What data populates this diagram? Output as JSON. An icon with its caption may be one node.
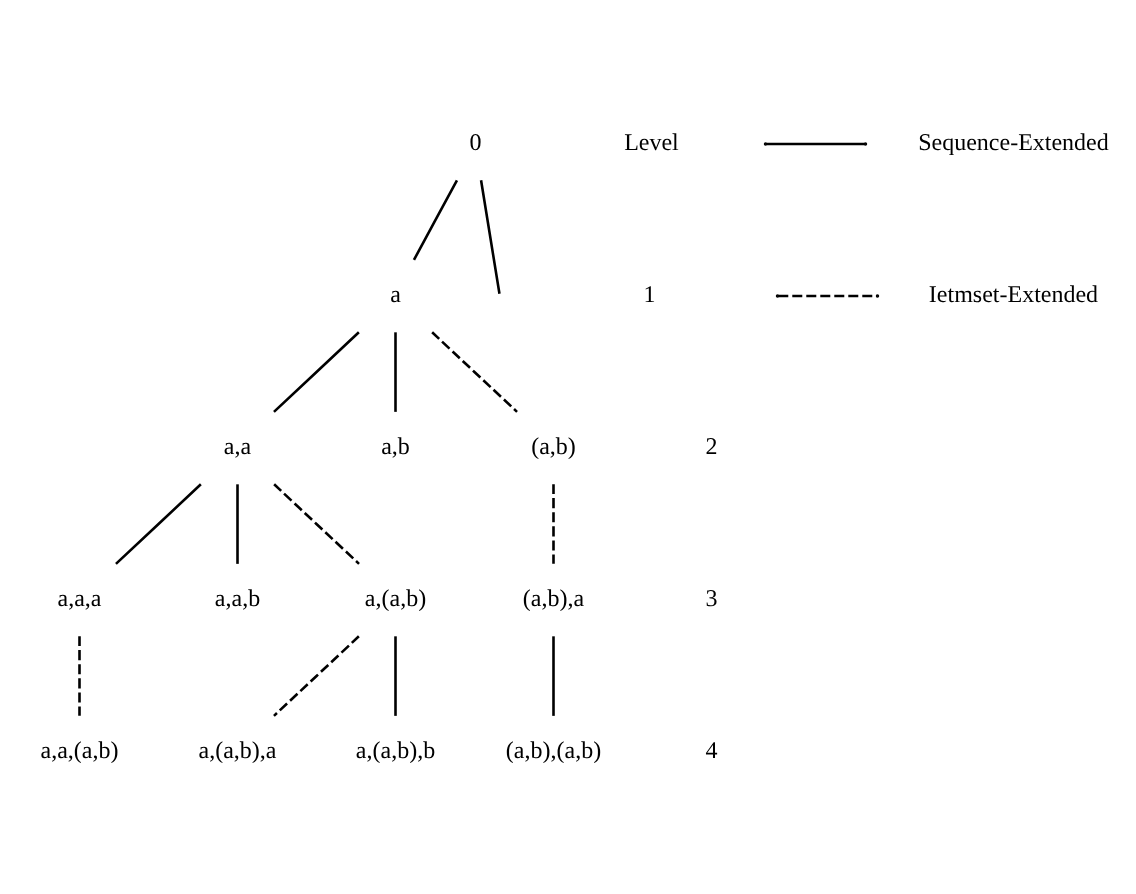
{
  "diagram": {
    "nodes": [
      {
        "text": [
          "0"
        ]
      },
      {
        "text": [
          "a"
        ]
      },
      {
        "text": [
          "a,a"
        ]
      },
      {
        "text": [
          "a,b"
        ]
      },
      {
        "text": [
          "(a,b)"
        ]
      },
      {
        "text": [
          "a,a,a"
        ]
      },
      {
        "text": [
          "a,a,b"
        ]
      },
      {
        "text": [
          "a,(a,b)"
        ]
      },
      {
        "text": [
          "(a,b),a"
        ]
      },
      {
        "text": [
          "a,a,(a,b)"
        ]
      },
      {
        "text": [
          "a,(a,b),a"
        ]
      },
      {
        "text": [
          "a,(a,b),b"
        ]
      },
      {
        "text": [
          "(a,b),(a,b)"
        ]
      }
    ],
    "edges": [
      {
        "from": 0,
        "to": 1,
        "arrow": "none"
      },
      {
        "from": 0,
        "to": null,
        "arrow": "none"
      },
      {
        "from": 1,
        "to": 2,
        "arrow": "none"
      },
      {
        "from": 1,
        "to": 3,
        "arrow": "none"
      },
      {
        "from": 1,
        "to": 4,
        "arrow": "none",
        "style": "dashed"
      },
      {
        "from": 2,
        "to": 5,
        "arrow": "none"
      },
      {
        "from": 2,
        "to": 6,
        "arrow": "none"
      },
      {
        "from": 2,
        "to": 7,
        "arrow": "none",
        "style": "dashed"
      },
      {
        "from": 4,
        "to": 8,
        "arrow": "none",
        "style": "dashed"
      },
      {
        "from": 5,
        "to": 9,
        "arrow": "none",
        "style": "dashed"
      },
      {
        "from": 7,
        "to": 10,
        "arrow": "none",
        "style": "dashed"
      },
      {
        "from": 7,
        "to": 11,
        "arrow": "none"
      },
      {
        "from": 8,
        "to": 12,
        "arrow": "none"
      }
    ],
    "labels": [
      "Level",
      "1",
      "2",
      "3",
      "4"
    ],
    "legend": [
      {
        "text": "Sequence-Extended"
      },
      {
        "text": "Ietmset-Extended"
      }
    ]
  }
}
